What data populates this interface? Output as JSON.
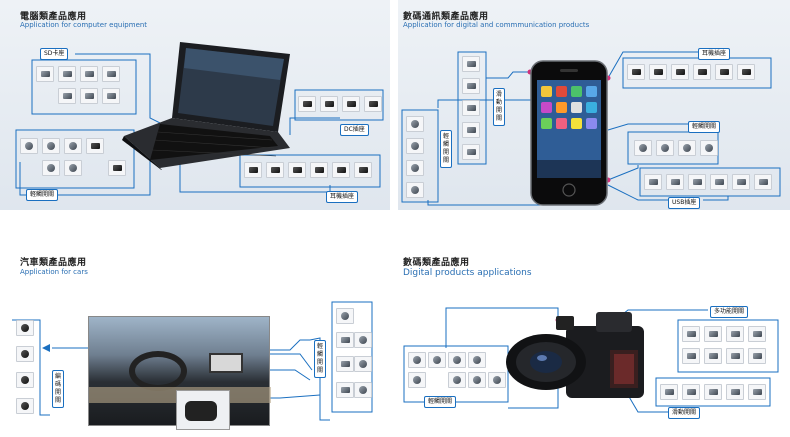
{
  "panels": {
    "computer": {
      "title_zh": "電腦類產品應用",
      "title_en": "Application for computer equipment",
      "labels": {
        "sd": "SD卡座",
        "dc": "DC插座",
        "tact": "軽觸開關",
        "earphone": "耳機插座"
      }
    },
    "digital_comm": {
      "title_zh": "數碼通訊類產品應用",
      "title_en": "Application for digital and commmunication products",
      "labels": {
        "earphone": "耳機插座",
        "slide": "滑動開關",
        "tact_top": "輕觸開關",
        "tact_vert": "輕觸開關",
        "usb": "USB插座"
      }
    },
    "cars": {
      "title_zh": "汽車類產品應用",
      "title_en": "Application for cars",
      "labels": {
        "encoder": "編碼開關",
        "tact": "輕觸開關"
      }
    },
    "digital": {
      "title_zh": "數碼類產品應用",
      "title_en": "Digital products applications",
      "labels": {
        "multi": "多功能開關",
        "tact": "輕觸開關",
        "slide": "滑動開關"
      }
    }
  },
  "icons": {
    "laptop": "laptop-icon",
    "phone": "smartphone-icon",
    "car": "car-dashboard-icon",
    "camera": "camera-icon"
  },
  "colors": {
    "accent": "#1a6fc0",
    "marker": "#d0307a"
  }
}
